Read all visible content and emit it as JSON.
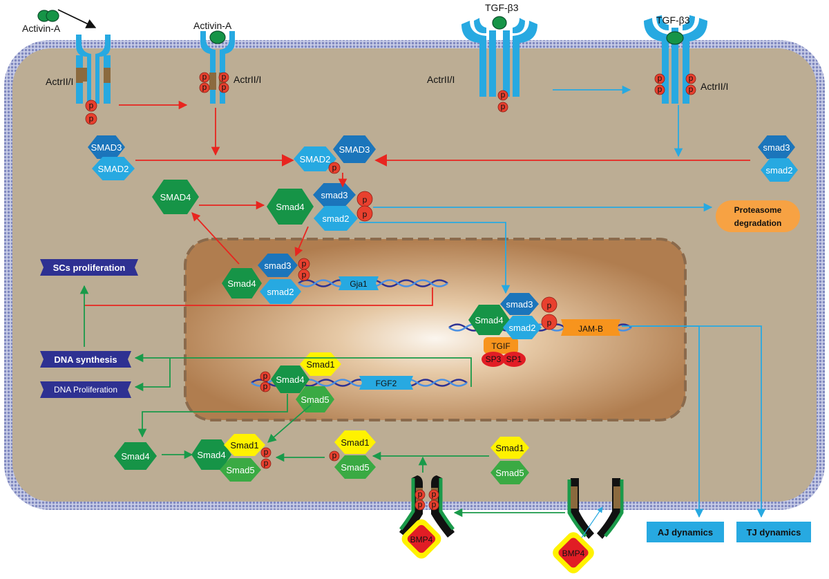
{
  "labels": {
    "activin_a_left": "Activin-A",
    "activin_a_mid": "Activin-A",
    "tgfb3_left": "TGF-β3",
    "tgfb3_right": "TGF-β3",
    "actrii_1": "ActrII/I",
    "actrii_2": "ActrII/I",
    "actrii_3": "ActrII/I",
    "actrii_4": "ActrII/I"
  },
  "proteins": {
    "smad3_a": "SMAD3",
    "smad2_a": "SMAD2",
    "smad2_c": "SMAD2",
    "smad3_c": "SMAD3",
    "smad3_r": "smad3",
    "smad2_r": "smad2",
    "smad4_free": "SMAD4",
    "smad4_cyto": "Smad4",
    "smad3_cyto": "smad3",
    "smad2_cyto": "smad2",
    "smad4_nuc": "Smad4",
    "smad3_nuc": "smad3",
    "smad2_nuc": "smad2",
    "smad4_jam": "Smad4",
    "smad3_jam": "smad3",
    "smad2_jam": "smad2",
    "smad1_nuc": "Smad1",
    "smad4_fgf": "Smad4",
    "smad5_nuc": "Smad5",
    "smad4_bl": "Smad4",
    "smad4_cplx": "Smad4",
    "smad1_cplx": "Smad1",
    "smad5_cplx": "Smad5",
    "smad1_m": "Smad1",
    "smad5_m": "Smad5",
    "smad1_r": "Smad1",
    "smad5_r": "Smad5"
  },
  "phospho": "p",
  "genes": {
    "gja1": "Gja1",
    "jamb": "JAM-B",
    "fgf2": "FGF2"
  },
  "factors": {
    "tgif": "TGIF",
    "sp3": "SP3",
    "sp1": "SP1",
    "bmp4_left": "BMP4",
    "bmp4_right": "BMP4"
  },
  "outcomes": {
    "proteasome_line1": "Proteasome",
    "proteasome_line2": "degradation",
    "scs_proliferation": "SCs proliferation",
    "dna_synthesis": "DNA synthesis",
    "dna_proliferation": "DNA Proliferation",
    "aj_dynamics": "AJ dynamics",
    "tj_dynamics": "TJ dynamics"
  },
  "colors": {
    "cytoplasm": "#bcad94",
    "membrane": "#9aa3cf",
    "receptor": "#27a9e1",
    "smad23_dark": "#1b75bb",
    "smad23_light": "#27a9e1",
    "smad4": "#169447",
    "smad5": "#3aaa43",
    "smad1": "#fff200",
    "phospho": "#e8402e",
    "inhibit_arrow": "#e8251f",
    "blue_arrow": "#27a9e1",
    "green_arrow": "#199a4a",
    "outcome_box": "#2e3192",
    "proteasome": "#f7a243",
    "gene_box": "#27a9e1",
    "tgif": "#f7941d",
    "bmp4": "#e11d25",
    "bmp4_ring": "#fff200"
  }
}
